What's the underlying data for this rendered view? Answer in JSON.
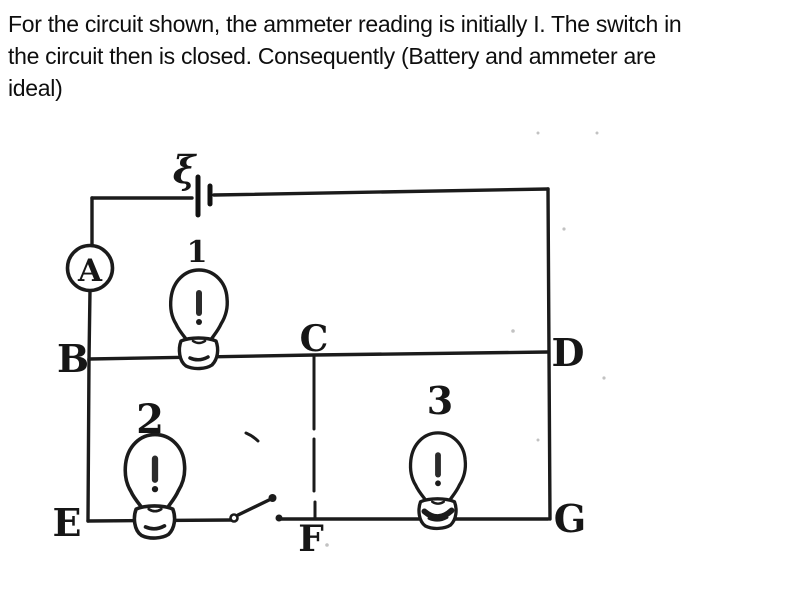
{
  "question": {
    "line1": "For the circuit shown, the ammeter reading is initially I. The switch in",
    "line2": "the circuit then is closed. Consequently (Battery and ammeter are",
    "line3": "ideal)"
  },
  "circuit": {
    "emf_label": "ξ",
    "ammeter_label": "A",
    "bulb_labels": {
      "b1": "1",
      "b2": "2",
      "b3": "3"
    },
    "node_labels": {
      "B": "B",
      "C": "C",
      "D": "D",
      "E": "E",
      "F": "F",
      "G": "G"
    },
    "switch_open": true,
    "ink_color": "#1b1b1b"
  }
}
